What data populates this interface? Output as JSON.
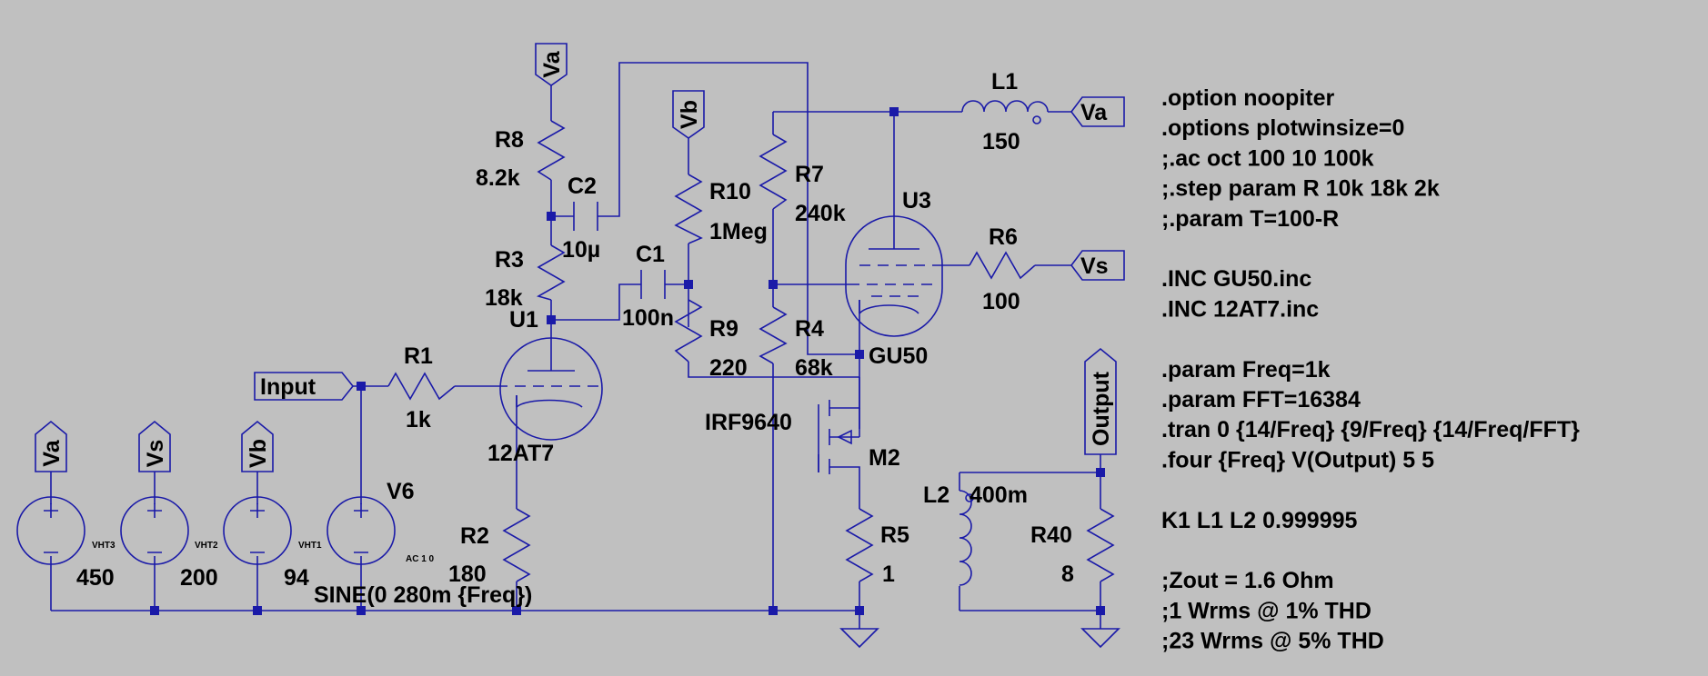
{
  "colors": {
    "background": "#c0c0c0",
    "wire": "#1a1aa8",
    "text": "#000000"
  },
  "flags": {
    "va_top": "Va",
    "vb_top": "Vb",
    "va_right": "Va",
    "vs_right": "Vs",
    "input": "Input",
    "output": "Output",
    "va_bottom": "Va",
    "vs_bottom": "Vs",
    "vb_bottom": "Vb"
  },
  "components": {
    "r8": {
      "name": "R8",
      "value": "8.2k"
    },
    "c2": {
      "name": "C2",
      "value": "10µ"
    },
    "r3": {
      "name": "R3",
      "value": "18k"
    },
    "u1": {
      "name": "U1",
      "value": "12AT7"
    },
    "r1": {
      "name": "R1",
      "value": "1k"
    },
    "r2": {
      "name": "R2",
      "value": "180"
    },
    "c1": {
      "name": "C1",
      "value": "100n"
    },
    "r10": {
      "name": "R10",
      "value": "1Meg"
    },
    "r9": {
      "name": "R9",
      "value": "220"
    },
    "r7": {
      "name": "R7",
      "value": "240k"
    },
    "r4": {
      "name": "R4",
      "value": "68k"
    },
    "u3": {
      "name": "U3",
      "value": "GU50"
    },
    "l1": {
      "name": "L1",
      "value": "150"
    },
    "r6": {
      "name": "R6",
      "value": "100"
    },
    "m2": {
      "name": "M2",
      "value": "IRF9640"
    },
    "r5": {
      "name": "R5",
      "value": "1"
    },
    "l2": {
      "name": "L2",
      "value": "400m"
    },
    "r40": {
      "name": "R40",
      "value": "8"
    },
    "vht3": {
      "name": "VHT3",
      "value": "450"
    },
    "vht2": {
      "name": "VHT2",
      "value": "200"
    },
    "vht1": {
      "name": "VHT1",
      "value": "94"
    },
    "v6": {
      "name": "V6",
      "value": "SINE(0 280m {Freq})",
      "ac": "AC 1 0"
    }
  },
  "directives": [
    ".option noopiter",
    ".options plotwinsize=0",
    ";.ac oct 100 10 100k",
    ";.step param R 10k 18k 2k",
    ";.param T=100-R",
    "",
    ".INC GU50.inc",
    ".INC 12AT7.inc",
    "",
    ".param Freq=1k",
    ".param FFT=16384",
    ".tran 0 {14/Freq} {9/Freq} {14/Freq/FFT}",
    ".four {Freq} V(Output) 5 5",
    "",
    "K1 L1 L2 0.999995",
    "",
    ";Zout = 1.6 Ohm",
    ";1 Wrms @ 1% THD",
    ";23 Wrms @ 5% THD"
  ]
}
